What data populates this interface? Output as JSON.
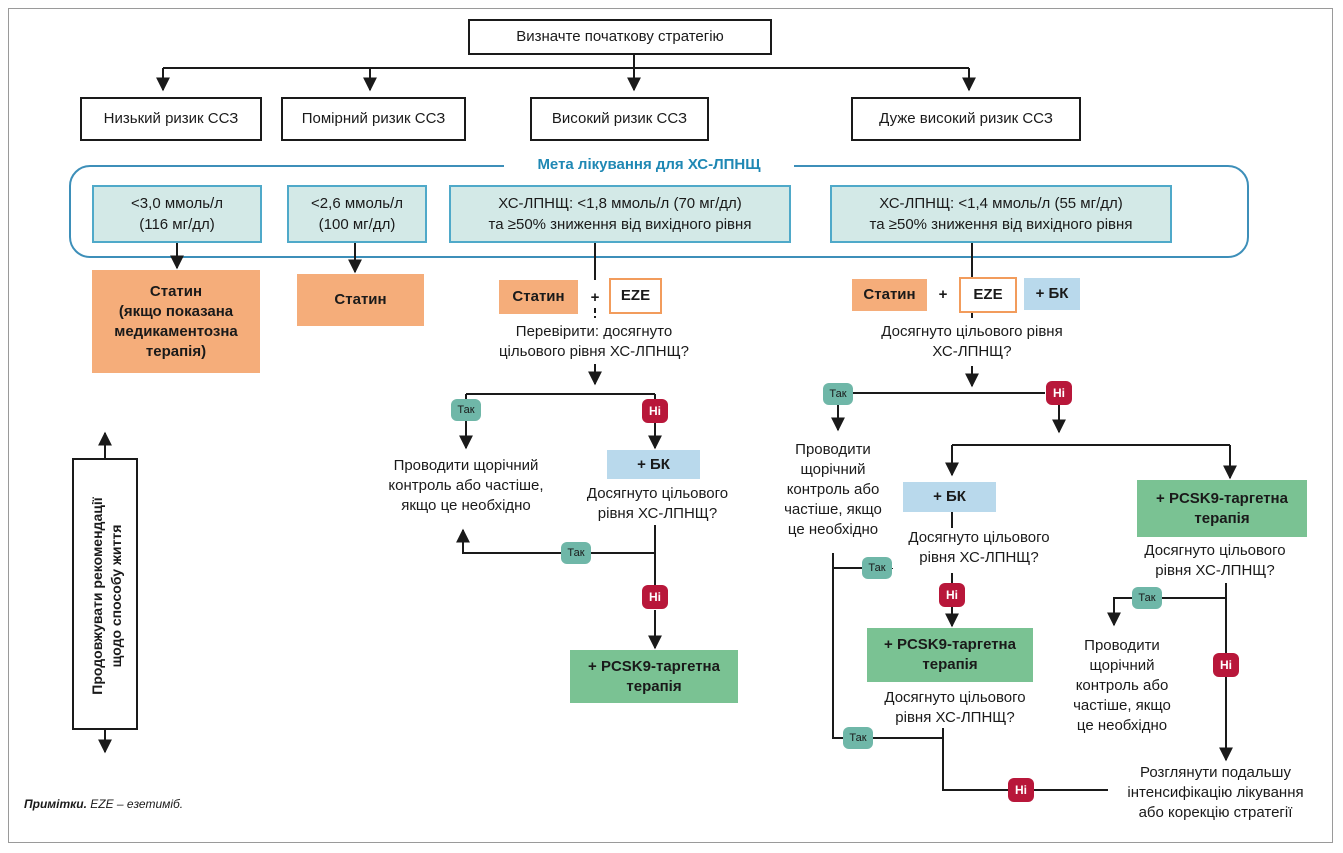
{
  "start": "Визначте початкову стратегію",
  "risks": [
    "Низький ризик ССЗ",
    "Помірний ризик ССЗ",
    "Високий ризик ССЗ",
    "Дуже високий ризик ССЗ"
  ],
  "goal_title": "Мета лікування для ХС-ЛПНЩ",
  "targets": [
    "<3,0 ммоль/л\n(116 мг/дл)",
    "<2,6 ммоль/л\n(100 мг/дл)",
    "ХС-ЛПНЩ: <1,8 ммоль/л (70 мг/дл)\nта ≥50% зниження від вихідного рівня",
    "ХС-ЛПНЩ: <1,4 ммоль/л (55 мг/дл)\nта ≥50% зниження від вихідного рівня"
  ],
  "low_therapy": "Статин\n(якщо показана\nмедикаментозна\nтерапія)",
  "mod_therapy": "Статин",
  "statin": "Статин",
  "plus": "+",
  "eze": "EZE",
  "plus_bk": "+ БК",
  "high_check": "Перевірити: досягнуто\nцільового рівня ХС-ЛПНЩ?",
  "vhigh_check": "Досягнуто цільового рівня\nХС-ЛПНЩ?",
  "yes": "Так",
  "no": "Ні",
  "high_continue": "Проводити щорічний\nконтроль або частіше,\nякщо це необхідно",
  "high_bk_check": "Досягнуто цільового\nрівня ХС-ЛПНЩ?",
  "pcsk9": "+ PCSK9-таргетна\nтерапія",
  "vh_continue_left": "Проводити\nщорічний\nконтроль або\nчастіше, якщо\nце необхідно",
  "vh_bk_check": "Досягнуто цільового\nрівня ХС-ЛПНЩ?",
  "vh_pcsk9_check": "Досягнуто цільового\nрівня ХС-ЛПНЩ?",
  "vh_right_check": "Досягнуто цільового\nрівня ХС-ЛПНЩ?",
  "vh_continue_right": "Проводити\nщорічний\nконтроль або\nчастіше, якщо\nце необхідно",
  "final": "Розглянути подальшу\nінтенсифікацію лікування\nабо корекцію стратегії",
  "lifestyle": "Продовжувати рекомендації\nщодо способу життя",
  "note_label": "Примітки.",
  "note_text": " EZE – езетиміб.",
  "colors": {
    "teal_fill": "#d3e9e7",
    "teal_border": "#4fa9c9",
    "orange": "#f5ad7a",
    "blue": "#b9d9ec",
    "green": "#7ac293",
    "yes_pill": "#6fb7a8",
    "no_pill": "#b8173a",
    "goal_title": "#1f88b4"
  }
}
